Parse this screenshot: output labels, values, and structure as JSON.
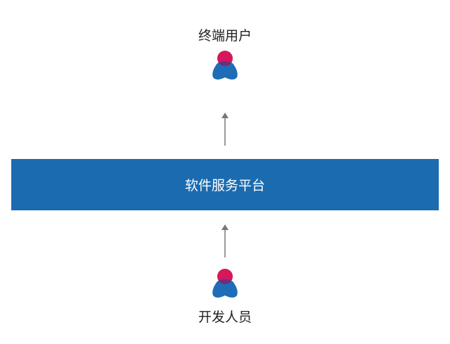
{
  "top_label": "终端用户",
  "platform_label": "软件服务平台",
  "bottom_label": "开发人员",
  "colors": {
    "platform": "#1b6bb0",
    "head": "#d6175c",
    "body": "#1f6db6",
    "overlap": "#6a2f80",
    "arrow": "#777777"
  }
}
